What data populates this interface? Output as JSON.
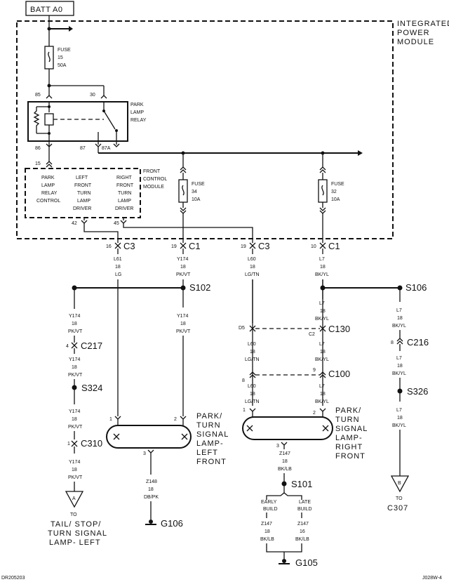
{
  "source": {
    "label": "BATT A0"
  },
  "ipm": {
    "line1": "INTEGRATED",
    "line2": "POWER",
    "line3": "MODULE"
  },
  "fuse15": {
    "l1": "FUSE",
    "l2": "15",
    "l3": "50A"
  },
  "relay": {
    "pin85": "85",
    "pin30": "30",
    "pin86": "86",
    "pin87": "87",
    "pin87a": "87A",
    "l1": "PARK",
    "l2": "LAMP",
    "l3": "RELAY"
  },
  "fcm": {
    "title1": "FRONT",
    "title2": "CONTROL",
    "title3": "MODULE",
    "pin15": "15",
    "pin42": "42",
    "pin45": "45",
    "ctrl": [
      "PARK",
      "LAMP",
      "RELAY",
      "CONTROL"
    ],
    "left": [
      "LEFT",
      "FRONT",
      "TURN",
      "LAMP",
      "DRIVER"
    ],
    "right": [
      "RIGHT",
      "FRONT",
      "TURN",
      "LAMP",
      "DRIVER"
    ]
  },
  "fuse34": {
    "l1": "FUSE",
    "l2": "34",
    "l3": "10A"
  },
  "fuse32": {
    "l1": "FUSE",
    "l2": "32",
    "l3": "10A"
  },
  "conn": {
    "c3a_pin": "16",
    "c3a": "C3",
    "c1a_pin": "19",
    "c1a": "C1",
    "c3b_pin": "19",
    "c3b": "C3",
    "c1b_pin": "10",
    "c1b": "C1"
  },
  "wires": {
    "l61": [
      "L61",
      "18",
      "LG"
    ],
    "y174a": [
      "Y174",
      "18",
      "PK/VT"
    ],
    "l60a": [
      "L60",
      "18",
      "LG/TN"
    ],
    "l7a": [
      "L7",
      "18",
      "BK/YL"
    ],
    "y174b": [
      "Y174",
      "18",
      "PK/VT"
    ],
    "y174c": [
      "Y174",
      "18",
      "PK/VT"
    ],
    "y174d": [
      "Y174",
      "18",
      "PK/VT"
    ],
    "y174e": [
      "Y174",
      "18",
      "PK/VT"
    ],
    "y174f": [
      "Y174",
      "18",
      "PK/VT"
    ],
    "l60b": [
      "L60",
      "18",
      "LG/TN"
    ],
    "l60c": [
      "L60",
      "18",
      "LG/TN"
    ],
    "l7b": [
      "L7",
      "18",
      "BK/YL"
    ],
    "l7c": [
      "L7",
      "18",
      "BK/YL"
    ],
    "l7d": [
      "L7",
      "18",
      "BK/YL"
    ],
    "l7e": [
      "L7",
      "18",
      "BK/YL"
    ],
    "l7f": [
      "L7",
      "18",
      "BK/YL"
    ],
    "z148": [
      "Z148",
      "18",
      "DB/PK"
    ],
    "z147a": [
      "Z147",
      "18",
      "BK/LB"
    ],
    "z147b": [
      "Z147",
      "18",
      "BK/LB"
    ],
    "z147c": [
      "Z147",
      "16",
      "BK/LB"
    ]
  },
  "splices": {
    "s102": "S102",
    "s106": "S106",
    "s324": "S324",
    "s326": "S326",
    "s101": "S101"
  },
  "connectors": {
    "c217_pin": "4",
    "c217": "C217",
    "c310_pin": "1",
    "c310": "C310",
    "c130_pin_l": "D5",
    "c130_pin_r": "C2",
    "c130": "C130",
    "c100_pin_l": "8",
    "c100_pin_r": "9",
    "c100": "C100",
    "c216_pin": "8",
    "c216": "C216"
  },
  "lampLeft": {
    "pin1": "1",
    "pin2": "2",
    "pin3": "3",
    "lines": [
      "PARK/",
      "TURN",
      "SIGNAL",
      "LAMP-",
      "LEFT",
      "FRONT"
    ]
  },
  "lampRight": {
    "pin1": "1",
    "pin2": "2",
    "pin3": "3",
    "lines": [
      "PARK/",
      "TURN",
      "SIGNAL",
      "LAMP-",
      "RIGHT",
      "FRONT"
    ]
  },
  "refA": {
    "letter": "A",
    "to": "TO",
    "lines": [
      "TAIL/ STOP/",
      "TURN SIGNAL",
      "LAMP- LEFT"
    ]
  },
  "refB": {
    "letter": "B",
    "to": "TO",
    "dest": "C307"
  },
  "grounds": {
    "g106": "G106",
    "g105": "G105"
  },
  "build": {
    "early1": "EARLY",
    "early2": "BUILD",
    "late1": "LATE",
    "late2": "BUILD"
  },
  "footer": {
    "left": "DR205203",
    "right": "J028W-4"
  }
}
